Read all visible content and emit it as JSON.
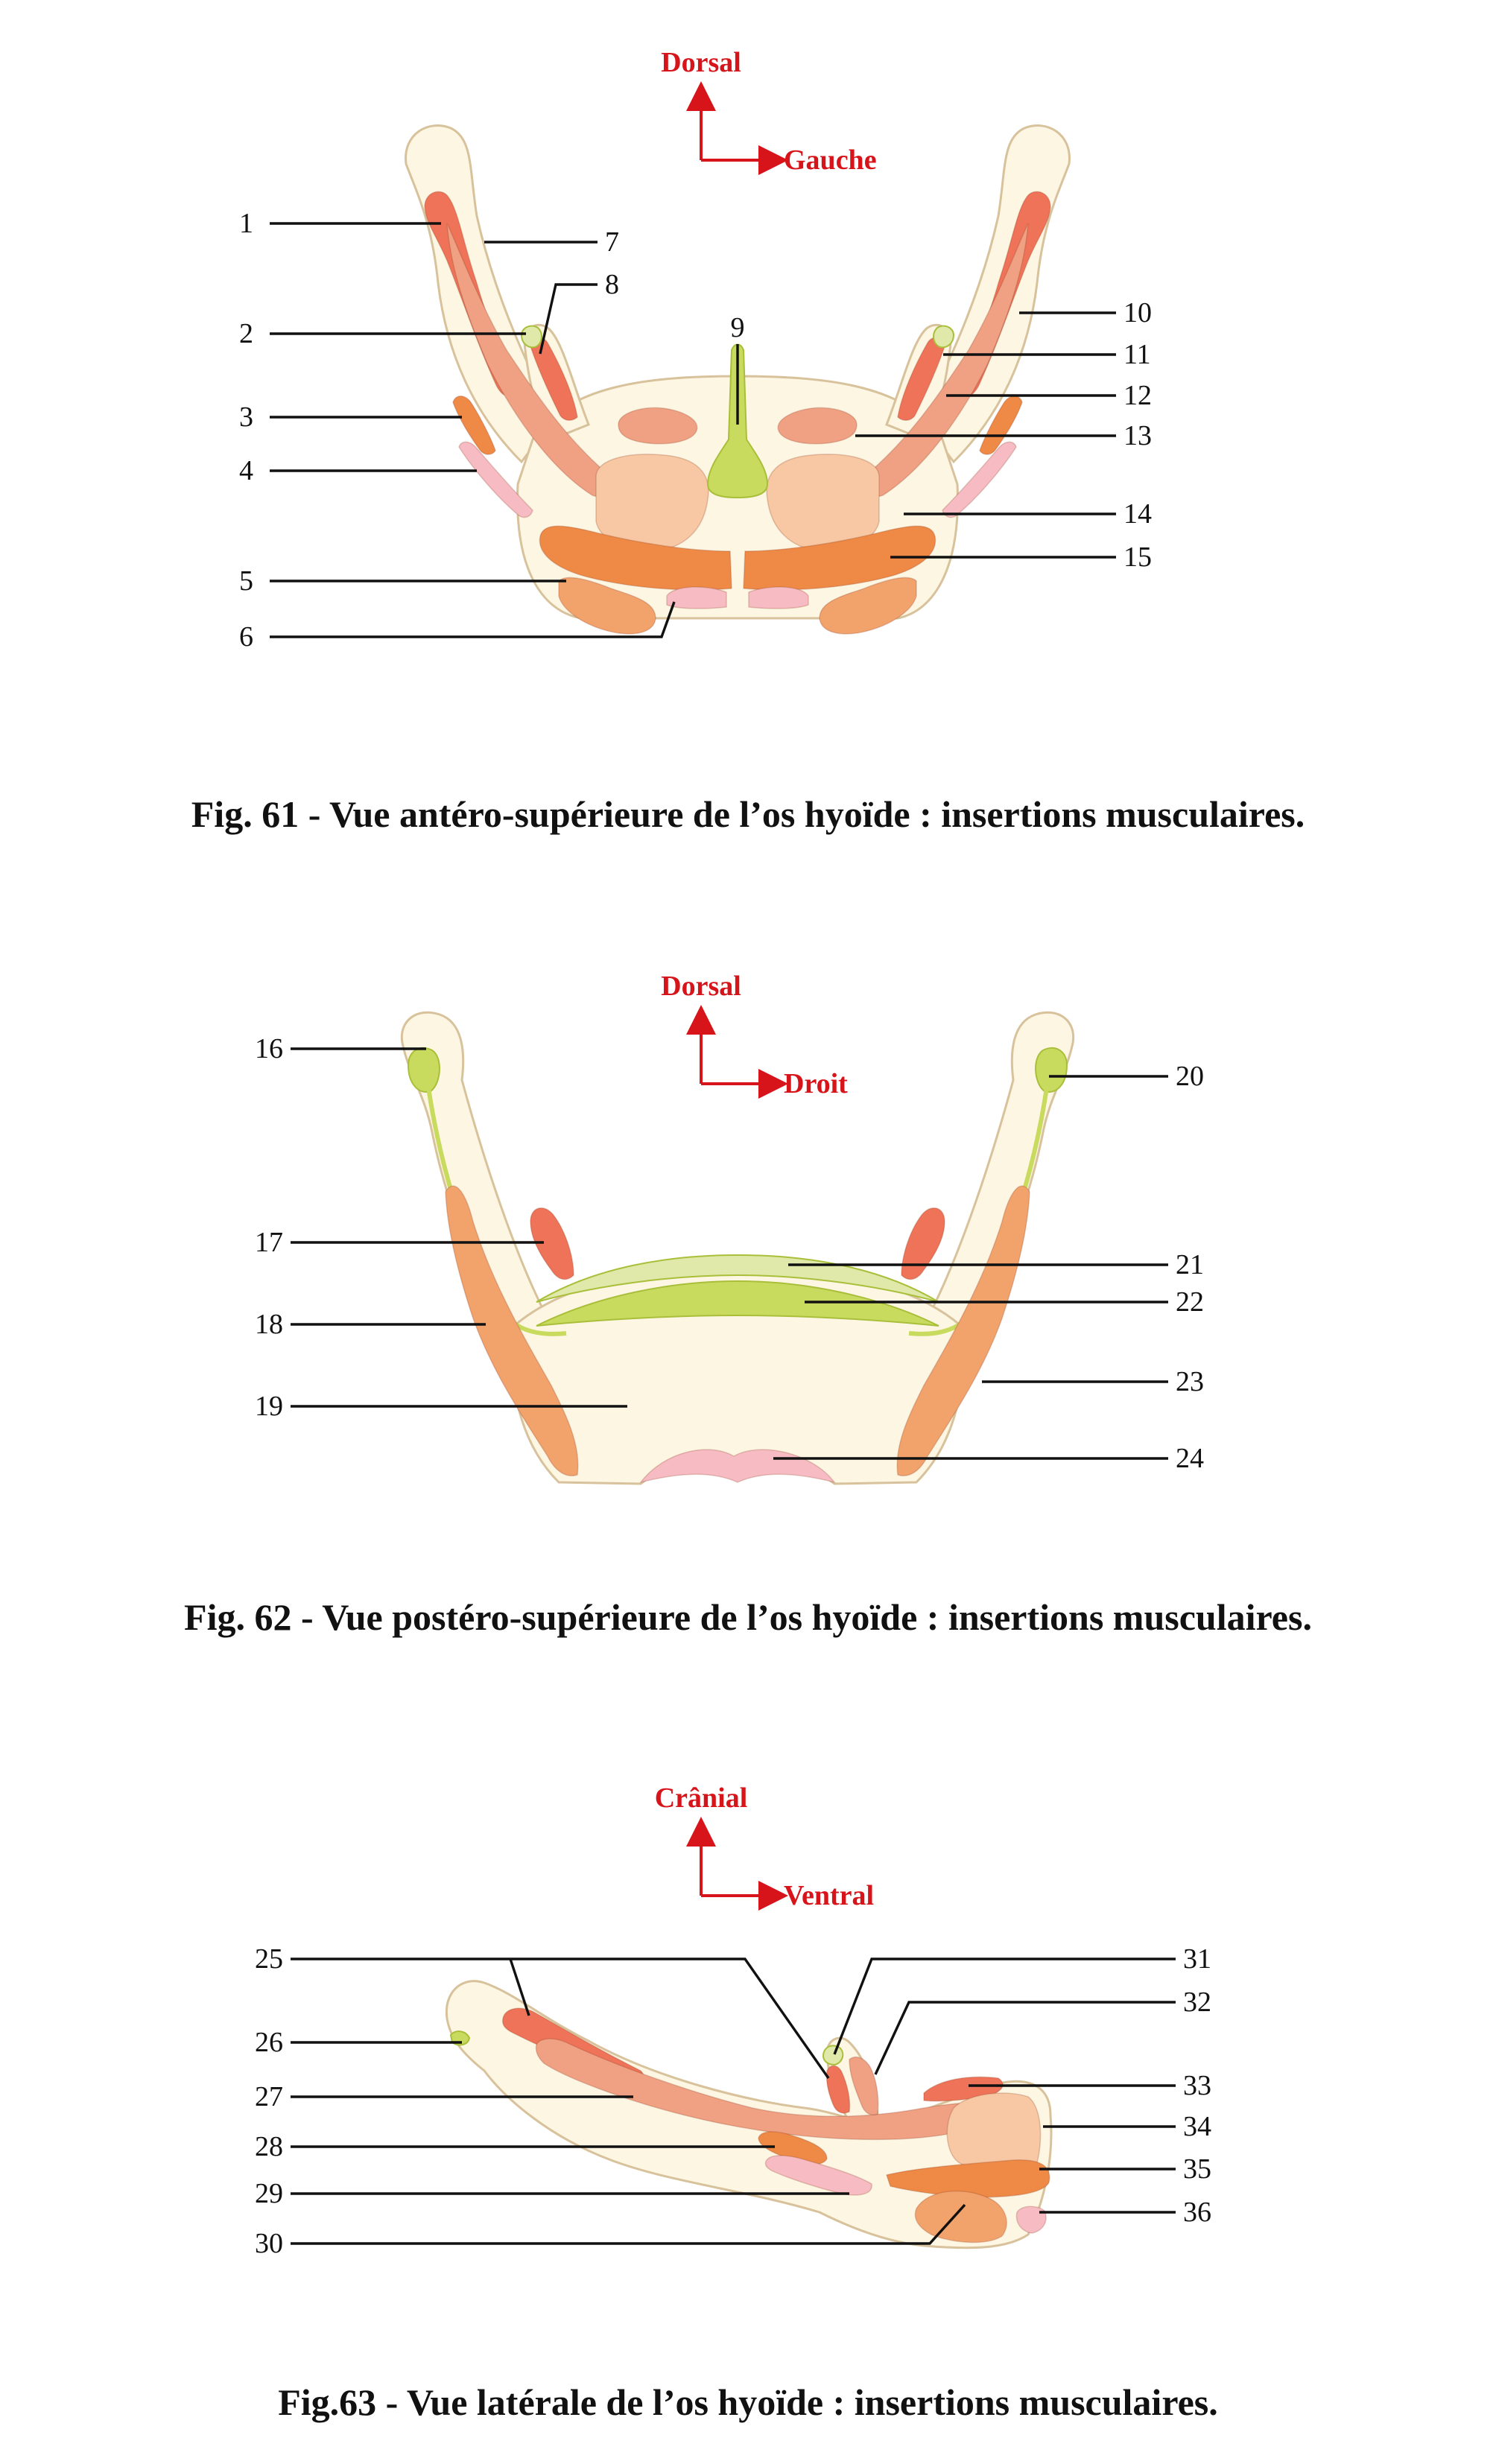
{
  "colors": {
    "bone": "#fdf6e3",
    "bone_outline": "#d8c29c",
    "arrow": "#d7141a",
    "red_orange": "#ee7358",
    "salmon": "#f0a184",
    "peach": "#f7c8a3",
    "orange": "#ef8a46",
    "dark_orange": "#f2a36c",
    "pink": "#f7bcc3",
    "cartilage": "#c9db5f",
    "cartilage_light": "#e0e9a9"
  },
  "figures": [
    {
      "caption": "Fig. 61 - Vue antéro-supérieure de l’os hyoïde : insertions musculaires.",
      "axis_up": "Dorsal",
      "axis_right": "Gauche",
      "labels": [
        "1",
        "2",
        "3",
        "4",
        "5",
        "6",
        "7",
        "8",
        "9",
        "10",
        "11",
        "12",
        "13",
        "14",
        "15"
      ]
    },
    {
      "caption": "Fig. 62 - Vue postéro-supérieure de l’os hyoïde : insertions musculaires.",
      "axis_up": "Dorsal",
      "axis_right": "Droit",
      "labels": [
        "16",
        "17",
        "18",
        "19",
        "20",
        "21",
        "22",
        "23",
        "24"
      ]
    },
    {
      "caption": "Fig.63 - Vue latérale de l’os hyoïde : insertions musculaires.",
      "axis_up": "Crânial",
      "axis_right": "Ventral",
      "labels": [
        "25",
        "26",
        "27",
        "28",
        "29",
        "30",
        "31",
        "32",
        "33",
        "34",
        "35",
        "36"
      ]
    }
  ]
}
